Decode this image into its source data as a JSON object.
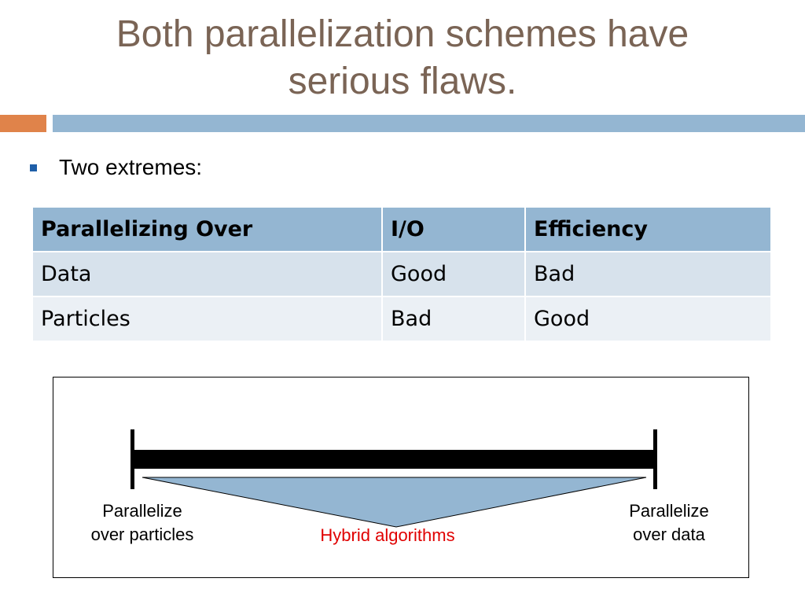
{
  "slide": {
    "title_line1": "Both parallelization schemes have",
    "title_line2": "serious flaws.",
    "bullet": "Two extremes:"
  },
  "table": {
    "headers": [
      "Parallelizing Over",
      "I/O",
      "Efficiency"
    ],
    "rows": [
      [
        "Data",
        "Good",
        "Bad"
      ],
      [
        "Particles",
        "Bad",
        "Good"
      ]
    ]
  },
  "diagram": {
    "left_label_line1": "Parallelize",
    "left_label_line2": "over particles",
    "right_label_line1": "Parallelize",
    "right_label_line2": "over data",
    "middle_label": "Hybrid algorithms"
  },
  "colors": {
    "title": "#7a6455",
    "accent_orange": "#e0834a",
    "accent_blue": "#94b6d2",
    "bullet": "#1f5fa8",
    "table_header": "#94b6d2",
    "table_row1": "#d7e2ec",
    "table_row2": "#ebf0f5",
    "hybrid_text": "#e00000",
    "wedge_fill": "#94b6d2"
  }
}
